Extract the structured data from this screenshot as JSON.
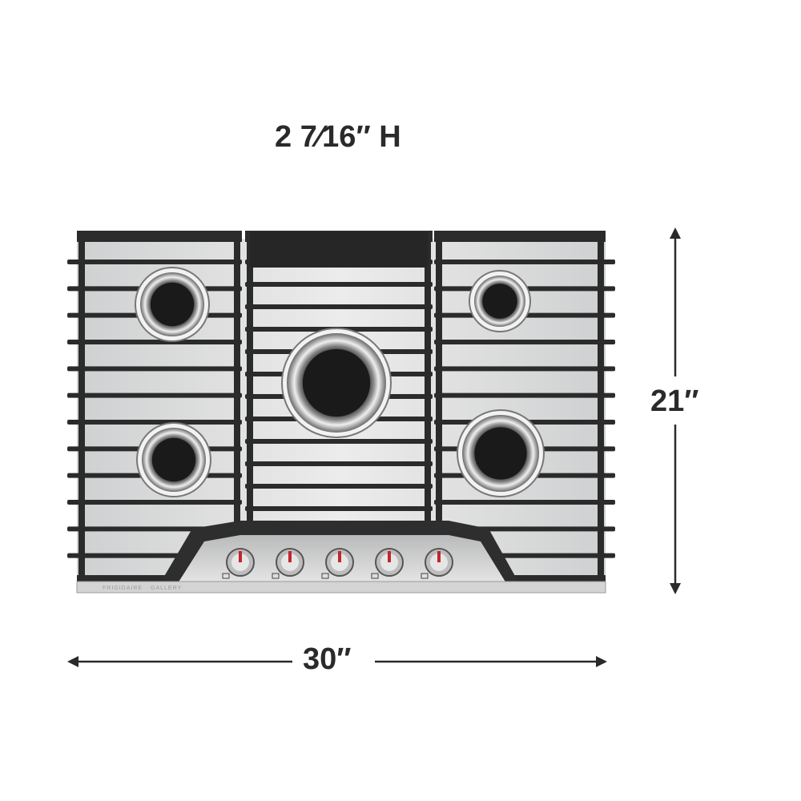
{
  "dimensions": {
    "height_label": "2 7⁄16″ H",
    "depth_label": "21″",
    "width_label": "30″"
  },
  "product": {
    "brand_text": "FRIGIDAIRE",
    "series_text": "GALLERY",
    "burner_count": 5,
    "knob_count": 5
  },
  "colors": {
    "grate": "#2b2b2b",
    "stainless": "#d9dadb",
    "knob_indicator": "#c0272d",
    "dimension_line": "#2a2a2a"
  }
}
